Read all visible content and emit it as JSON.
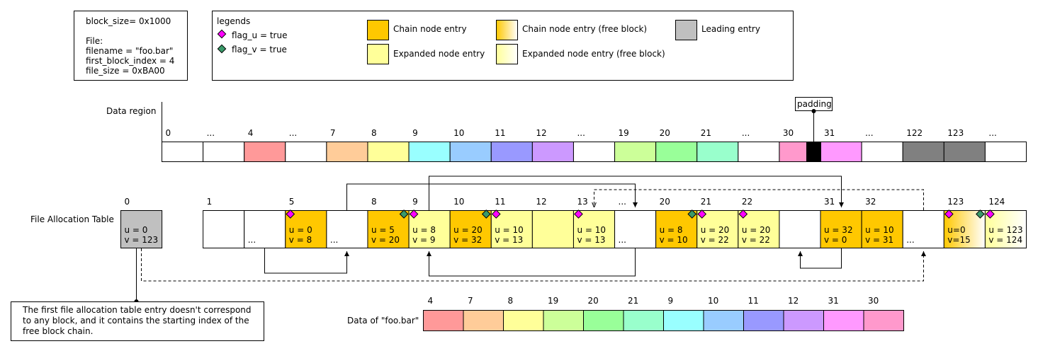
{
  "info_box": {
    "lines": [
      "block_size= 0x1000",
      "",
      "File:",
      "filename = \"foo.bar\"",
      "first_block_index = 4",
      "file_size = 0xBA00"
    ]
  },
  "legend": {
    "title": "legends",
    "flags": [
      {
        "text": "flag_u = true",
        "color": "#ff00ff"
      },
      {
        "text": "flag_v = true",
        "color": "#3a9a6a"
      }
    ],
    "entries": [
      {
        "text": "Chain node entry",
        "color": "#ffc800",
        "gradient": false
      },
      {
        "text": "Expanded node entry",
        "color": "#ffff99",
        "gradient": false
      },
      {
        "text": "Chain node entry (free block)",
        "color": "#ffc800",
        "gradient": true
      },
      {
        "text": "Expanded node entry (free block)",
        "color": "#ffff99",
        "gradient": true
      },
      {
        "text": "Leading entry",
        "color": "#c0c0c0",
        "gradient": false
      }
    ]
  },
  "data_region": {
    "label": "Data region",
    "padding_label": "padding",
    "cells": [
      {
        "index": "0",
        "color": "#ffffff"
      },
      {
        "index": "...",
        "color": "#ffffff"
      },
      {
        "index": "4",
        "color": "#ff9999"
      },
      {
        "index": "...",
        "color": "#ffffff"
      },
      {
        "index": "7",
        "color": "#ffcc99"
      },
      {
        "index": "8",
        "color": "#ffff99"
      },
      {
        "index": "9",
        "color": "#99ffff"
      },
      {
        "index": "10",
        "color": "#99ccff"
      },
      {
        "index": "11",
        "color": "#9999ff"
      },
      {
        "index": "12",
        "color": "#cc99ff"
      },
      {
        "index": "...",
        "color": "#ffffff"
      },
      {
        "index": "19",
        "color": "#ccff99"
      },
      {
        "index": "20",
        "color": "#99ff99"
      },
      {
        "index": "21",
        "color": "#99ffcc"
      },
      {
        "index": "...",
        "color": "#ffffff"
      },
      {
        "index": "30",
        "color": "#ff99cc"
      },
      {
        "index": "31",
        "color": "#ff99ff"
      },
      {
        "index": "...",
        "color": "#ffffff"
      },
      {
        "index": "122",
        "color": "#808080"
      },
      {
        "index": "123",
        "color": "#808080"
      },
      {
        "index": "...",
        "color": "#ffffff"
      }
    ]
  },
  "fat": {
    "label": "File Allocation Table",
    "cells": [
      {
        "index": "0",
        "u": "u = 0",
        "v": "v = 123",
        "kind": "leading",
        "flag_u": false,
        "flag_v": false
      },
      {
        "index": "1",
        "u": "",
        "v": "",
        "kind": "empty",
        "flag_u": false,
        "flag_v": false
      },
      {
        "index": "",
        "u": "",
        "v": "...",
        "kind": "empty",
        "flag_u": false,
        "flag_v": false
      },
      {
        "index": "5",
        "u": "u = 0",
        "v": "v = 8",
        "kind": "chain",
        "flag_u": true,
        "flag_v": false
      },
      {
        "index": "",
        "u": "",
        "v": "...",
        "kind": "empty",
        "flag_u": false,
        "flag_v": false
      },
      {
        "index": "8",
        "u": "u = 5",
        "v": "v = 20",
        "kind": "chain",
        "flag_u": false,
        "flag_v": true
      },
      {
        "index": "9",
        "u": "u = 8",
        "v": "v = 9",
        "kind": "expanded",
        "flag_u": true,
        "flag_v": false
      },
      {
        "index": "10",
        "u": "u = 20",
        "v": "v = 32",
        "kind": "chain",
        "flag_u": false,
        "flag_v": true
      },
      {
        "index": "11",
        "u": "u = 10",
        "v": "v = 13",
        "kind": "expanded",
        "flag_u": true,
        "flag_v": false
      },
      {
        "index": "12",
        "u": "",
        "v": "",
        "kind": "expanded",
        "flag_u": false,
        "flag_v": false
      },
      {
        "index": "13",
        "u": "u = 10",
        "v": "v = 13",
        "kind": "expanded",
        "flag_u": true,
        "flag_v": false
      },
      {
        "index": "...",
        "u": "",
        "v": "...",
        "kind": "empty",
        "flag_u": false,
        "flag_v": false
      },
      {
        "index": "20",
        "u": "u = 8",
        "v": "v = 10",
        "kind": "chain",
        "flag_u": false,
        "flag_v": true
      },
      {
        "index": "21",
        "u": "u = 20",
        "v": "v = 22",
        "kind": "expanded",
        "flag_u": true,
        "flag_v": false
      },
      {
        "index": "22",
        "u": "u = 20",
        "v": "v = 22",
        "kind": "expanded",
        "flag_u": true,
        "flag_v": false
      },
      {
        "index": "",
        "u": "",
        "v": "",
        "kind": "empty",
        "flag_u": false,
        "flag_v": false
      },
      {
        "index": "31",
        "u": "u = 32",
        "v": "v = 0",
        "kind": "chain",
        "flag_u": false,
        "flag_v": false
      },
      {
        "index": "32",
        "u": "u = 10",
        "v": "v = 31",
        "kind": "chain",
        "flag_u": false,
        "flag_v": false
      },
      {
        "index": "",
        "u": "",
        "v": "...",
        "kind": "empty",
        "flag_u": false,
        "flag_v": false
      },
      {
        "index": "123",
        "u": "u=0",
        "v": "v=15",
        "kind": "chain-free",
        "flag_u": true,
        "flag_v": true
      },
      {
        "index": "124",
        "u": "u = 123",
        "v": "v = 124",
        "kind": "expanded-free",
        "flag_u": true,
        "flag_v": false
      }
    ]
  },
  "note": {
    "lines": [
      "The first file allocation table entry doesn't correspond",
      "to any block, and it contains the starting index of the",
      "free block chain."
    ]
  },
  "file_data": {
    "label": "Data of \"foo.bar\"",
    "cells": [
      {
        "index": "4",
        "color": "#ff9999"
      },
      {
        "index": "7",
        "color": "#ffcc99"
      },
      {
        "index": "8",
        "color": "#ffff99"
      },
      {
        "index": "19",
        "color": "#ccff99"
      },
      {
        "index": "20",
        "color": "#99ff99"
      },
      {
        "index": "21",
        "color": "#99ffcc"
      },
      {
        "index": "9",
        "color": "#99ffff"
      },
      {
        "index": "10",
        "color": "#99ccff"
      },
      {
        "index": "11",
        "color": "#9999ff"
      },
      {
        "index": "12",
        "color": "#cc99ff"
      },
      {
        "index": "31",
        "color": "#ff99ff"
      },
      {
        "index": "30",
        "color": "#ff99cc"
      }
    ]
  },
  "colors": {
    "chain": "#ffc800",
    "expanded": "#ffff99",
    "leading": "#c0c0c0",
    "padding": "#000000"
  }
}
